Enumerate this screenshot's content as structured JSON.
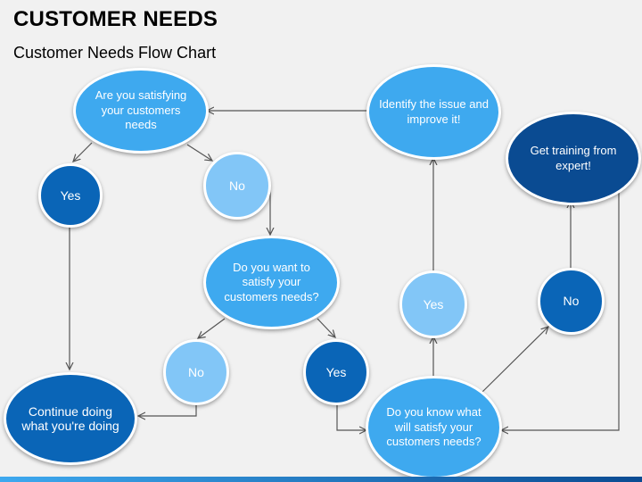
{
  "header": {
    "title": "CUSTOMER NEEDS",
    "subtitle": "Customer Needs Flow Chart"
  },
  "nodes": {
    "are_you_satisfying": "Are you satisfying your customers needs",
    "yes_1": "Yes",
    "no_1": "No",
    "do_you_want": "Do you want to satisfy your customers needs?",
    "no_2": "No",
    "yes_2": "Yes",
    "continue_doing": "Continue doing what you're doing",
    "identify_issue": "Identify the issue and improve it!",
    "yes_3": "Yes",
    "do_you_know": "Do you know what will satisfy your customers needs?",
    "no_3": "No",
    "get_training": "Get training from expert!"
  },
  "colors": {
    "mid_blue": "#3ea9ef",
    "light_blue": "#82c6f7",
    "dark_blue": "#0a65b7",
    "navy": "#0a4b92",
    "connector": "#555555"
  }
}
